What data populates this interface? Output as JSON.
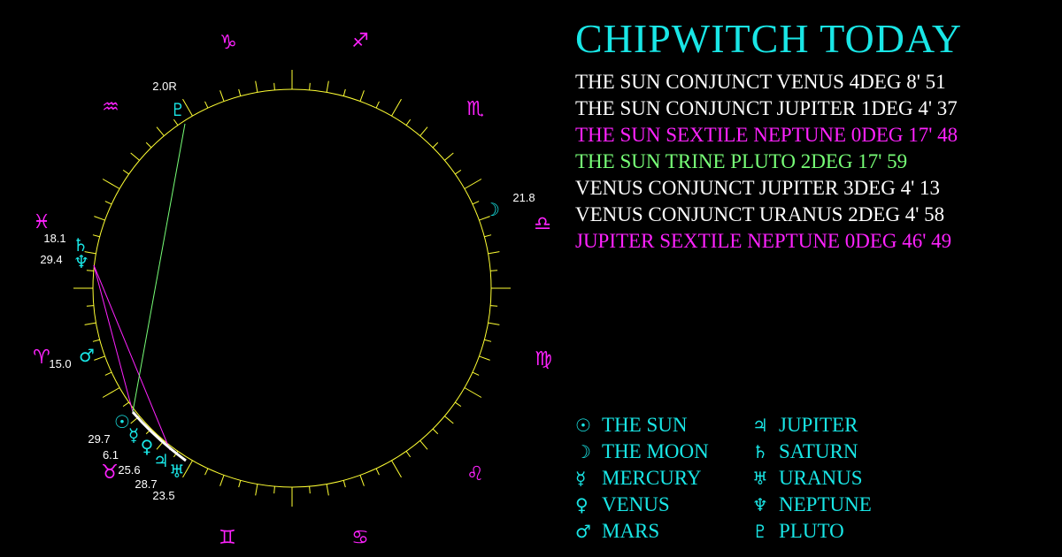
{
  "title": "CHIPWITCH TODAY",
  "colors": {
    "background": "#000000",
    "accent": "#19e6e6",
    "sign": "#ff22ff",
    "ring": "#ffff33",
    "conjunct": "#ffffff",
    "sextile": "#ff22ff",
    "trine": "#77ff77"
  },
  "aspects": [
    {
      "text": "THE SUN CONJUNCT VENUS 4DEG 8' 51",
      "color": "#ffffff"
    },
    {
      "text": "THE SUN CONJUNCT JUPITER 1DEG 4' 37",
      "color": "#ffffff"
    },
    {
      "text": "THE SUN SEXTILE NEPTUNE 0DEG 17' 48",
      "color": "#ff22ff"
    },
    {
      "text": "THE SUN TRINE PLUTO 2DEG 17' 59",
      "color": "#77ff77"
    },
    {
      "text": "VENUS CONJUNCT JUPITER 3DEG 4' 13",
      "color": "#ffffff"
    },
    {
      "text": "VENUS CONJUNCT URANUS 2DEG 4' 58",
      "color": "#ffffff"
    },
    {
      "text": "JUPITER SEXTILE NEPTUNE 0DEG 46' 49",
      "color": "#ff22ff"
    }
  ],
  "legend": [
    [
      {
        "glyph": "☉",
        "label": "THE SUN"
      },
      {
        "glyph": "☽",
        "label": "THE MOON"
      },
      {
        "glyph": "☿",
        "label": "MERCURY"
      },
      {
        "glyph": "♀",
        "label": "VENUS"
      },
      {
        "glyph": "♂",
        "label": "MARS"
      }
    ],
    [
      {
        "glyph": "♃",
        "label": "JUPITER"
      },
      {
        "glyph": "♄",
        "label": "SATURN"
      },
      {
        "glyph": "♅",
        "label": "URANUS"
      },
      {
        "glyph": "♆",
        "label": "NEPTUNE"
      },
      {
        "glyph": "♇",
        "label": "PLUTO"
      }
    ]
  ],
  "signs": [
    "♑",
    "♐",
    "♏",
    "♎",
    "♍",
    "♌",
    "♋",
    "♊",
    "♉",
    "♈",
    "♓",
    "♒"
  ],
  "planets": [
    {
      "name": "pluto",
      "glyph": "♇",
      "degree": "2.0R"
    },
    {
      "name": "moon",
      "glyph": "☽",
      "degree": "21.8"
    },
    {
      "name": "saturn",
      "glyph": "♄",
      "degree": "18.1"
    },
    {
      "name": "neptune",
      "glyph": "♆",
      "degree": "29.4"
    },
    {
      "name": "mars",
      "glyph": "♂",
      "degree": "15.0"
    },
    {
      "name": "sun",
      "glyph": "☉",
      "degree": "29.7"
    },
    {
      "name": "mercury",
      "glyph": "☿",
      "degree": "6.1"
    },
    {
      "name": "venus",
      "glyph": "♀",
      "degree": "25.6"
    },
    {
      "name": "jupiter",
      "glyph": "♃",
      "degree": "28.7"
    },
    {
      "name": "uranus",
      "glyph": "♅",
      "degree": "23.5"
    }
  ]
}
